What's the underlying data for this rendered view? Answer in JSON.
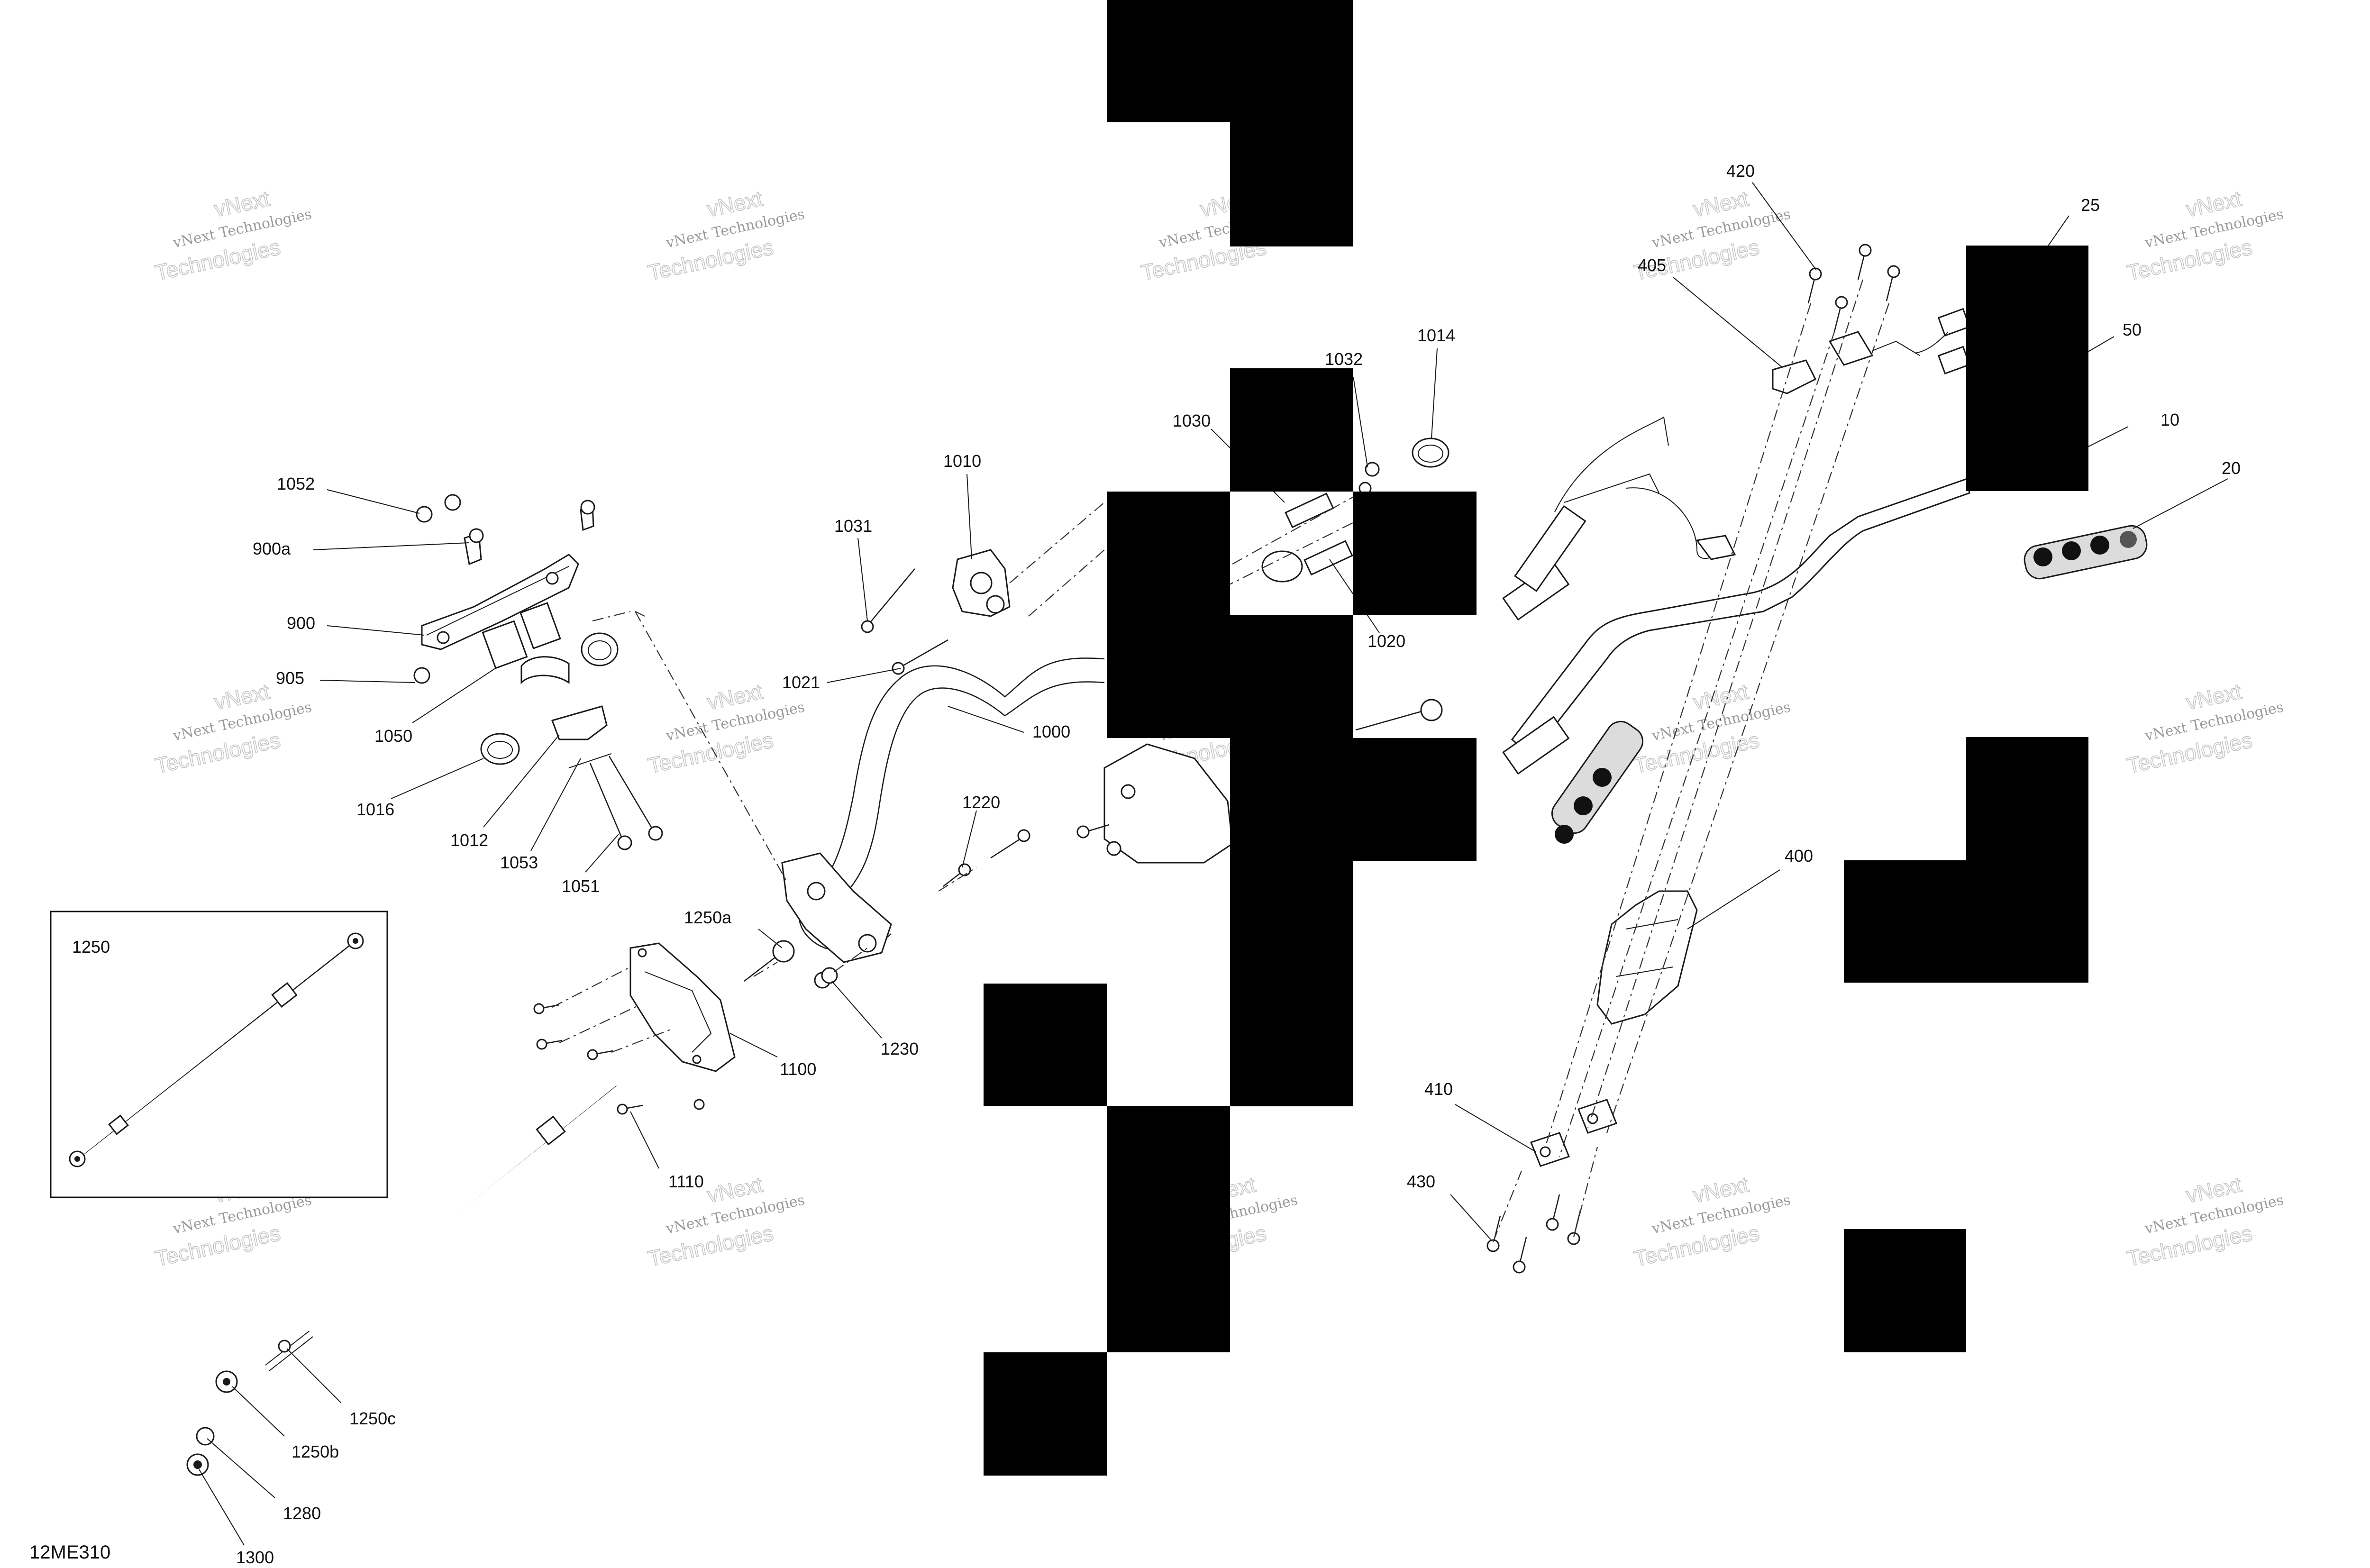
{
  "diagram": {
    "code": "12ME310",
    "inset_label": "1250",
    "watermark": {
      "line1": "vNext Technologies",
      "line2": "Technologies",
      "stamp": "vNext"
    },
    "labels": [
      {
        "id": "420",
        "text": "420"
      },
      {
        "id": "25",
        "text": "25"
      },
      {
        "id": "405",
        "text": "405"
      },
      {
        "id": "1014",
        "text": "1014"
      },
      {
        "id": "50",
        "text": "50"
      },
      {
        "id": "1032",
        "text": "1032"
      },
      {
        "id": "1030",
        "text": "1030"
      },
      {
        "id": "10",
        "text": "10"
      },
      {
        "id": "1010",
        "text": "1010"
      },
      {
        "id": "20",
        "text": "20"
      },
      {
        "id": "1052",
        "text": "1052"
      },
      {
        "id": "1031",
        "text": "1031"
      },
      {
        "id": "900a",
        "text": "900a"
      },
      {
        "id": "1020",
        "text": "1020"
      },
      {
        "id": "900",
        "text": "900"
      },
      {
        "id": "905",
        "text": "905"
      },
      {
        "id": "1021",
        "text": "1021"
      },
      {
        "id": "1050",
        "text": "1050"
      },
      {
        "id": "1000",
        "text": "1000"
      },
      {
        "id": "1016",
        "text": "1016"
      },
      {
        "id": "1220",
        "text": "1220"
      },
      {
        "id": "1012",
        "text": "1012"
      },
      {
        "id": "1053",
        "text": "1053"
      },
      {
        "id": "400",
        "text": "400"
      },
      {
        "id": "1051",
        "text": "1051"
      },
      {
        "id": "1250a",
        "text": "1250a"
      },
      {
        "id": "1230",
        "text": "1230"
      },
      {
        "id": "1100",
        "text": "1100"
      },
      {
        "id": "410",
        "text": "410"
      },
      {
        "id": "1110",
        "text": "1110"
      },
      {
        "id": "430",
        "text": "430"
      },
      {
        "id": "1250c",
        "text": "1250c"
      },
      {
        "id": "1250b",
        "text": "1250b"
      },
      {
        "id": "1280",
        "text": "1280"
      },
      {
        "id": "1300",
        "text": "1300"
      }
    ]
  }
}
